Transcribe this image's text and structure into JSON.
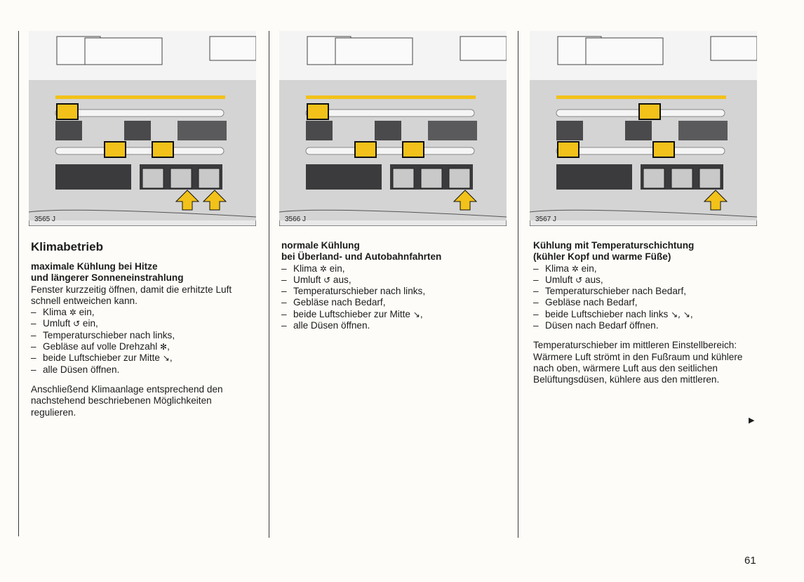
{
  "page_number": "61",
  "figures": [
    {
      "label": "3565 J"
    },
    {
      "label": "3566 J"
    },
    {
      "label": "3567 J"
    }
  ],
  "col1": {
    "heading": "Klimabetrieb",
    "subheading": [
      "maximale Kühlung bei Hitze",
      "und längerer Sonneneinstrahlung"
    ],
    "intro": "Fenster kurzzeitig öffnen, damit die erhitzte Luft schnell entweichen kann.",
    "items": [
      {
        "text": "Klima ",
        "sym": "✲",
        "after": " ein,"
      },
      {
        "text": "Umluft ",
        "sym": "↺",
        "after": " ein,"
      },
      {
        "text": "Temperaturschieber nach links,",
        "sym": "",
        "after": ""
      },
      {
        "text": "Gebläse auf volle Drehzahl ",
        "sym": "✻",
        "after": ","
      },
      {
        "text": "beide Luftschieber zur Mitte ",
        "sym": "↘",
        "after": ","
      },
      {
        "text": "alle Düsen öffnen.",
        "sym": "",
        "after": ""
      }
    ],
    "outro": "Anschließend Klimaanlage entsprechend den nachstehend beschriebenen Möglichkeiten regulieren."
  },
  "col2": {
    "subheading": [
      "normale Kühlung",
      "bei Überland- und Autobahnfahrten"
    ],
    "items": [
      {
        "text": "Klima ",
        "sym": "✲",
        "after": " ein,"
      },
      {
        "text": "Umluft ",
        "sym": "↺",
        "after": " aus,"
      },
      {
        "text": "Temperaturschieber nach links,",
        "sym": "",
        "after": ""
      },
      {
        "text": "Gebläse nach Bedarf,",
        "sym": "",
        "after": ""
      },
      {
        "text": "beide Luftschieber zur Mitte ",
        "sym": "↘",
        "after": ","
      },
      {
        "text": "alle Düsen öffnen.",
        "sym": "",
        "after": ""
      }
    ]
  },
  "col3": {
    "subheading": [
      "Kühlung mit Temperaturschichtung",
      "(kühler Kopf und warme Füße)"
    ],
    "items": [
      {
        "text": "Klima ",
        "sym": "✲",
        "after": " ein,"
      },
      {
        "text": "Umluft ",
        "sym": "↺",
        "after": " aus,"
      },
      {
        "text": "Temperaturschieber nach Bedarf,",
        "sym": "",
        "after": ""
      },
      {
        "text": "Gebläse nach Bedarf,",
        "sym": "",
        "after": ""
      },
      {
        "text": "beide Luftschieber nach links ",
        "sym": "↘, ↘",
        "after": ","
      },
      {
        "text": "Düsen nach Bedarf öffnen.",
        "sym": "",
        "after": ""
      }
    ],
    "outro": "Temperaturschieber im mittleren Einstellbereich: Wärmere Luft strömt in den Fußraum und kühlere nach oben, wärmere Luft aus den seitlichen Belüftungsdüsen, kühlere aus den mittleren."
  },
  "colors": {
    "highlight": "#f2c21a",
    "panel_dark": "#4a4a4c",
    "panel_light": "#c9c9c9"
  }
}
